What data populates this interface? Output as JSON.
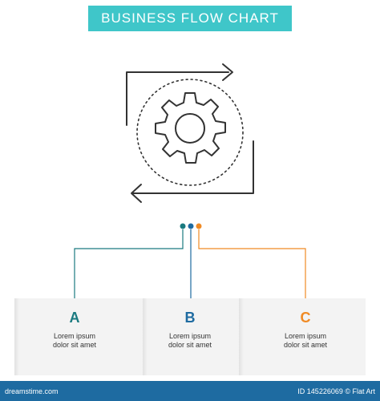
{
  "banner": {
    "title": "BUSINESS FLOW CHART"
  },
  "icon": {
    "name": "gear-cycle-icon"
  },
  "steps": [
    {
      "letter": "A",
      "line1": "Lorem ipsum",
      "line2": "dolor sit amet",
      "color": "#1a7a80"
    },
    {
      "letter": "B",
      "line1": "Lorem ipsum",
      "line2": "dolor sit amet",
      "color": "#1e6ba1"
    },
    {
      "letter": "C",
      "line1": "Lorem ipsum",
      "line2": "dolor sit amet",
      "color": "#f08a24"
    }
  ],
  "colors": {
    "banner": "#3fc6c9",
    "footer": "#1e6ba1",
    "step_a": "#1a7a80",
    "step_b": "#1e6ba1",
    "step_c": "#f08a24"
  },
  "footer": {
    "left": "dreamstime.com",
    "right": "ID 145226069 © Flat Art"
  }
}
